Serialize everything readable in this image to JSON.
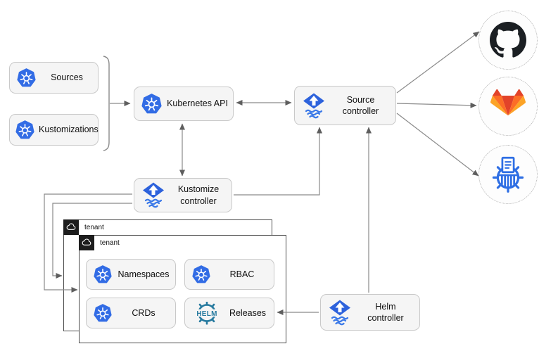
{
  "colors": {
    "kubernetes_blue": "#326CE5",
    "flux_blue": "#2D62DC",
    "flux_wave_blue": "#3B79E8",
    "helm_teal": "#277A9F",
    "gitlab_red": "#E24329",
    "gitlab_orange": "#FC6D26",
    "gitlab_yellow": "#FCA326",
    "github_black": "#1B1F23",
    "registry_blue": "#2F6FE4",
    "box_fill": "#F5F5F5",
    "box_border": "#C9C9C9",
    "tenant_border": "#4D4D4D",
    "tenant_badge_bg": "#1D1D1D",
    "arrow_gray": "#8A8A8A",
    "arrowhead_gray": "#5E5E5E"
  },
  "nodes": {
    "sources": {
      "label": "Sources",
      "icon": "kubernetes-icon"
    },
    "kustomizations": {
      "label": "Kustomizations",
      "icon": "kubernetes-icon"
    },
    "kubernetes_api": {
      "label": "Kubernetes API",
      "icon": "kubernetes-icon"
    },
    "source_controller": {
      "label": "Source controller",
      "icon": "flux-icon"
    },
    "kustomize_controller": {
      "label": "Kustomize controller",
      "icon": "flux-icon"
    },
    "helm_controller": {
      "label": "Helm controller",
      "icon": "flux-icon"
    },
    "namespaces": {
      "label": "Namespaces",
      "icon": "kubernetes-icon"
    },
    "rbac": {
      "label": "RBAC",
      "icon": "kubernetes-icon"
    },
    "crds": {
      "label": "CRDs",
      "icon": "kubernetes-icon"
    },
    "releases": {
      "label": "Releases",
      "icon": "helm-icon"
    }
  },
  "tenants": {
    "outer": {
      "label": "tenant",
      "icon": "cloud-icon"
    },
    "inner": {
      "label": "tenant",
      "icon": "cloud-icon"
    }
  },
  "externals": {
    "github": {
      "icon": "github-icon"
    },
    "gitlab": {
      "icon": "gitlab-icon"
    },
    "registry": {
      "icon": "registry-bug-icon"
    }
  },
  "icons": {
    "helm_text": "HELM"
  },
  "edges": [
    {
      "from": "sources+kustomizations",
      "to": "kubernetes-api",
      "type": "arrow"
    },
    {
      "from": "kubernetes-api",
      "to": "source-controller",
      "type": "bidirectional"
    },
    {
      "from": "kubernetes-api",
      "to": "kustomize-controller",
      "type": "bidirectional"
    },
    {
      "from": "kustomize-controller",
      "to": "source-controller",
      "type": "arrow"
    },
    {
      "from": "helm-controller",
      "to": "source-controller",
      "type": "arrow"
    },
    {
      "from": "source-controller",
      "to": "github",
      "type": "arrow"
    },
    {
      "from": "source-controller",
      "to": "gitlab",
      "type": "arrow"
    },
    {
      "from": "source-controller",
      "to": "registry",
      "type": "arrow"
    },
    {
      "from": "kustomize-controller",
      "to": "tenant-outer",
      "type": "arrow"
    },
    {
      "from": "kustomize-controller",
      "to": "tenant-inner",
      "type": "arrow"
    },
    {
      "from": "helm-controller",
      "to": "releases",
      "type": "arrow"
    }
  ]
}
